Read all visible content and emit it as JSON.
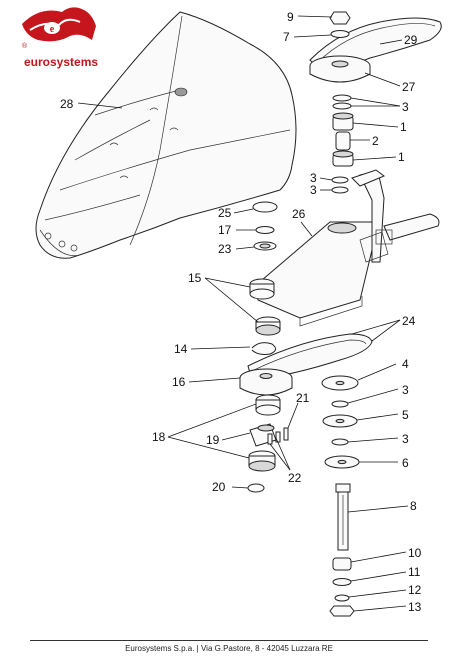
{
  "brand": {
    "name": "eurosystems",
    "registered_mark": "®",
    "color": "#c4161c"
  },
  "footer": {
    "text": "Eurosystems S.p.a.  |  Via G.Pastore, 8 - 42045 Luzzara RE"
  },
  "callouts": {
    "c1a": "1",
    "c1b": "1",
    "c2": "2",
    "c3a": "3",
    "c3b": "3",
    "c3c": "3",
    "c3d": "3",
    "c3e": "3",
    "c4": "4",
    "c5": "5",
    "c6": "6",
    "c7": "7",
    "c8": "8",
    "c9": "9",
    "c10": "10",
    "c11": "11",
    "c12": "12",
    "c13": "13",
    "c14": "14",
    "c15": "15",
    "c16": "16",
    "c17": "17",
    "c18": "18",
    "c19": "19",
    "c20": "20",
    "c21": "21",
    "c22": "22",
    "c23": "23",
    "c24": "24",
    "c25": "25",
    "c26": "26",
    "c27": "27",
    "c28": "28",
    "c29": "29"
  }
}
